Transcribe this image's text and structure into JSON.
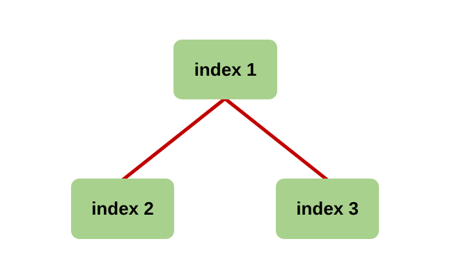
{
  "nodes": [
    {
      "id": "1",
      "label": "index 1"
    },
    {
      "id": "2",
      "label": "index 2"
    },
    {
      "id": "3",
      "label": "index 3"
    }
  ],
  "edges": [
    {
      "from": "1",
      "to": "2"
    },
    {
      "from": "1",
      "to": "3"
    }
  ],
  "colors": {
    "node_fill": "#a9d18e",
    "edge": "#c00000",
    "background": "#ffffff"
  }
}
